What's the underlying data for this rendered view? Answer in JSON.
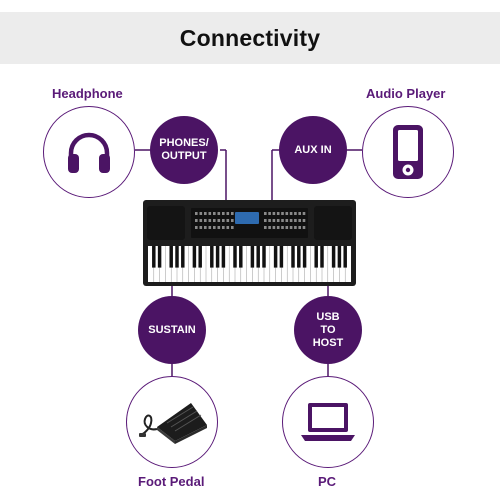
{
  "header": {
    "title": "Connectivity"
  },
  "devices": {
    "headphone": {
      "label": "Headphone",
      "icon": "headphone-icon"
    },
    "audio_player": {
      "label": "Audio Player",
      "icon": "audio-player-icon"
    },
    "foot_pedal": {
      "label": "Foot Pedal",
      "icon": "foot-pedal-icon"
    },
    "pc": {
      "label": "PC",
      "icon": "laptop-icon"
    }
  },
  "ports": {
    "phones_output": "PHONES/\nOUTPUT",
    "aux_in": "AUX IN",
    "sustain": "SUSTAIN",
    "usb_to_host": "USB\nTO\nHOST"
  },
  "colors": {
    "accent": "#4b1464",
    "outline": "#5a1a78",
    "header_bg": "#ececec",
    "keyboard_body": "#1d1d1d"
  }
}
